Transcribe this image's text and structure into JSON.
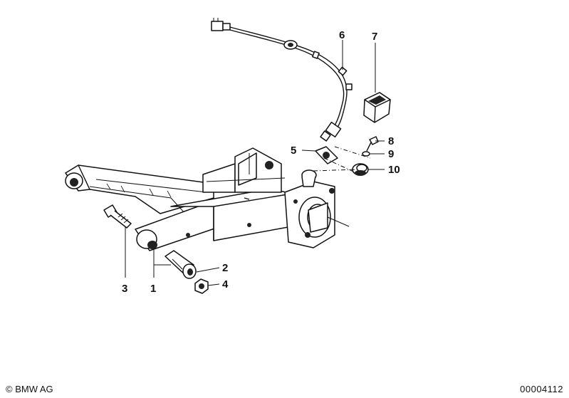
{
  "callouts": {
    "c1": "1",
    "c2": "2",
    "c3": "3",
    "c4": "4",
    "c5": "5",
    "c6": "6",
    "c7": "7",
    "c8": "8",
    "c9": "9",
    "c10": "10"
  },
  "footer": {
    "copyright": "© BMW AG",
    "doc_number": "00004112"
  }
}
